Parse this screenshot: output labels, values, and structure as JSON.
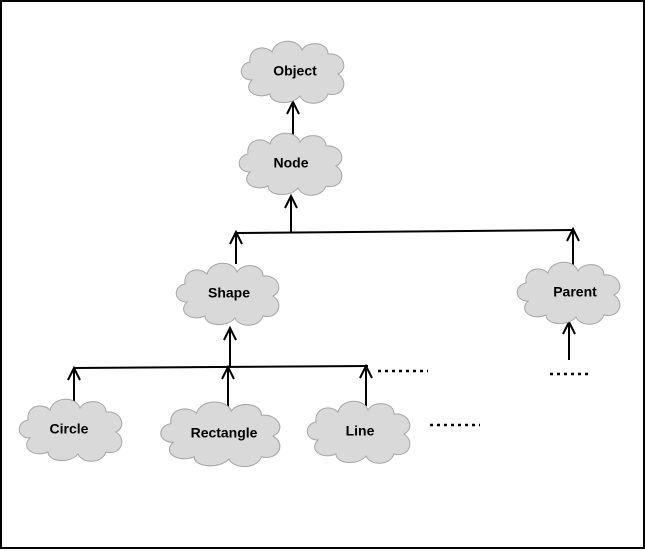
{
  "diagram": {
    "type": "class-hierarchy",
    "nodes": [
      {
        "id": "object",
        "label": "Object"
      },
      {
        "id": "node",
        "label": "Node"
      },
      {
        "id": "shape",
        "label": "Shape"
      },
      {
        "id": "parent",
        "label": "Parent"
      },
      {
        "id": "circle",
        "label": "Circle"
      },
      {
        "id": "rectangle",
        "label": "Rectangle"
      },
      {
        "id": "line",
        "label": "Line"
      }
    ],
    "edges": [
      {
        "from": "node",
        "to": "object"
      },
      {
        "from": "shape",
        "to": "node"
      },
      {
        "from": "parent",
        "to": "node"
      },
      {
        "from": "circle",
        "to": "shape"
      },
      {
        "from": "rectangle",
        "to": "shape"
      },
      {
        "from": "line",
        "to": "shape"
      }
    ],
    "continuations": [
      {
        "after": "line-branch"
      },
      {
        "after": "line-node"
      },
      {
        "after": "parent-branch"
      }
    ],
    "colors": {
      "cloud_fill": "#d9d9d9",
      "cloud_stroke": "#a6a6a6",
      "line": "#000000",
      "border": "#000000"
    }
  }
}
